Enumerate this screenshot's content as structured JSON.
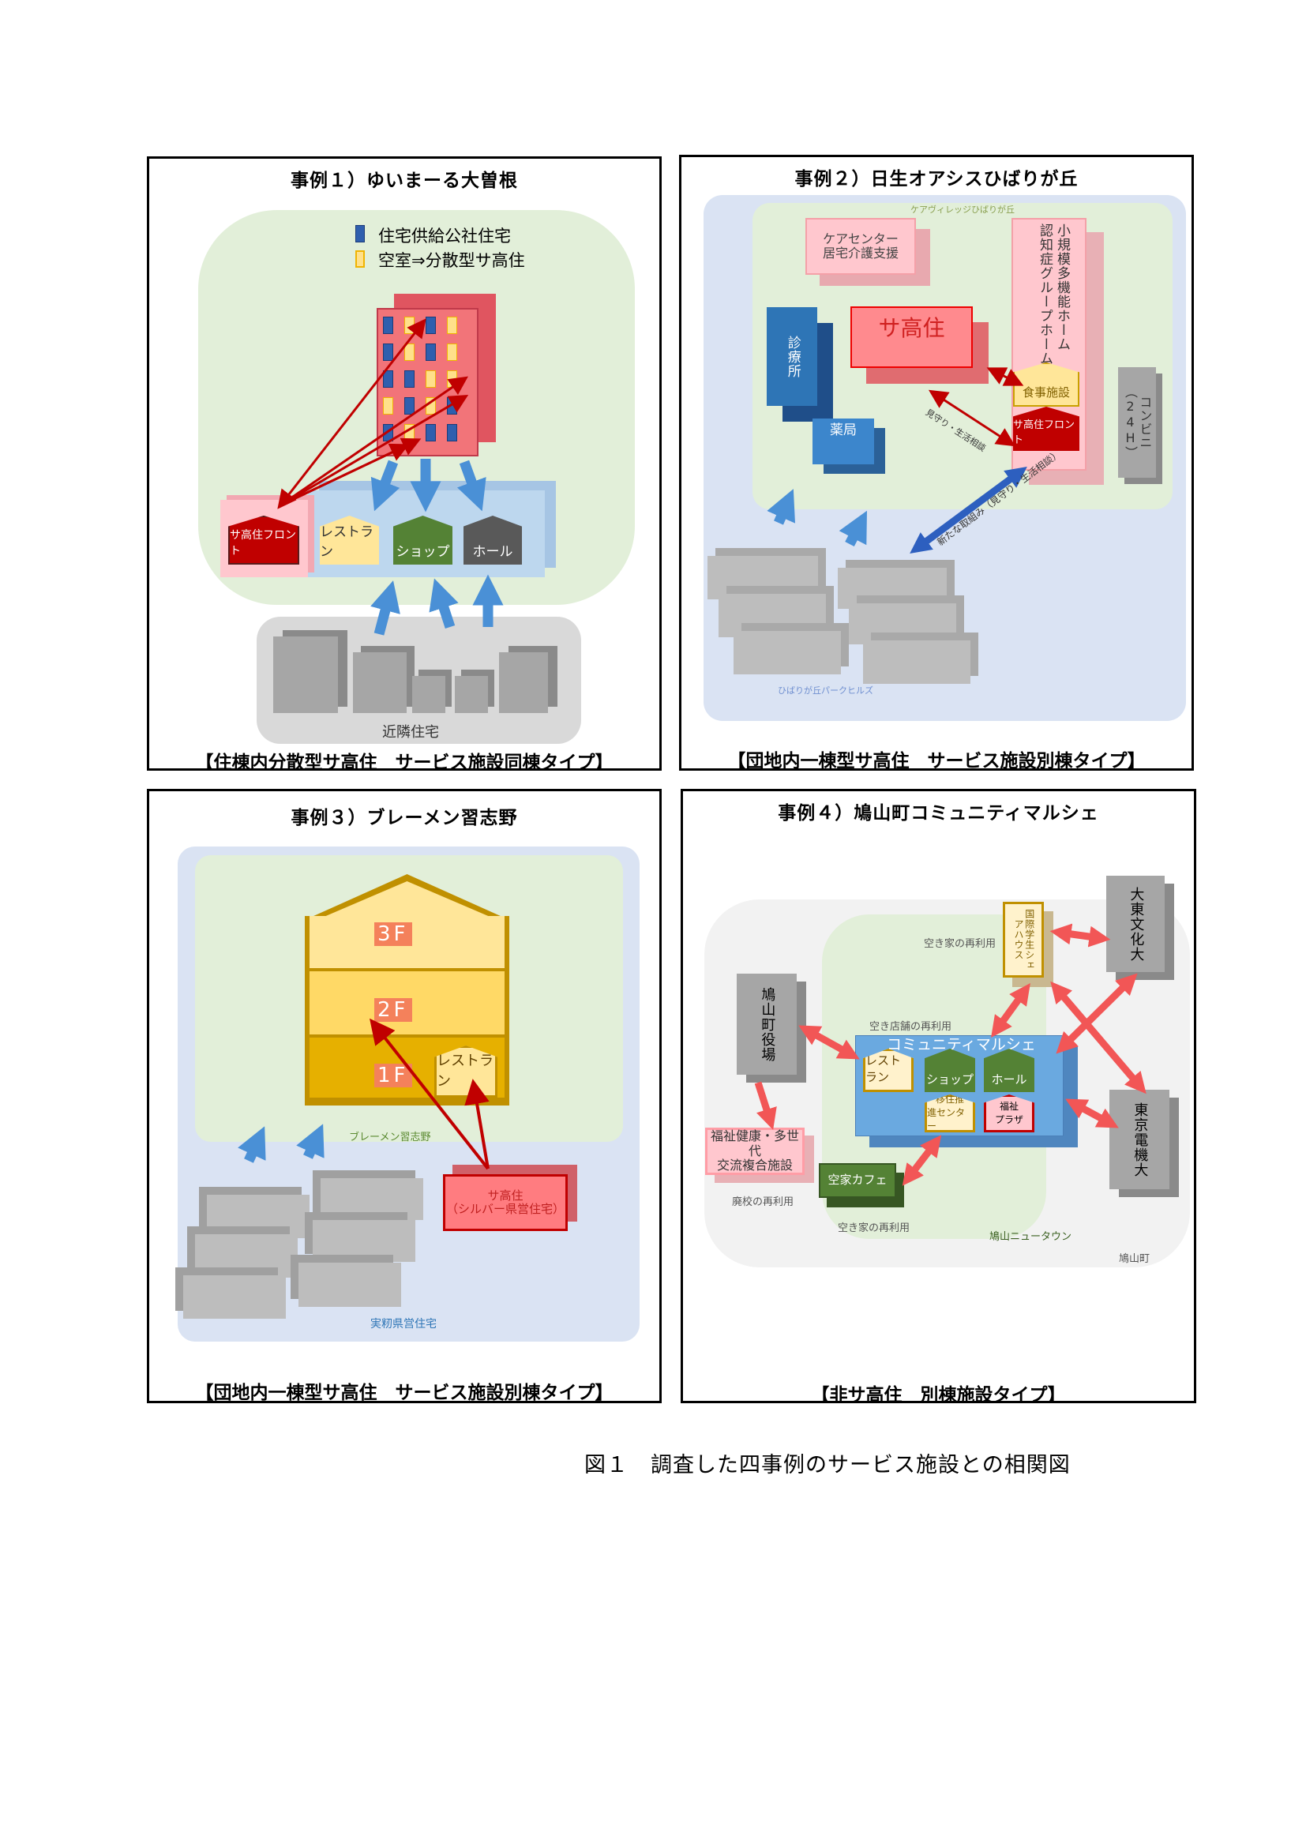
{
  "caption": "図１　調査した四事例のサービス施設との相関図",
  "case1": {
    "title": "事例１）ゆいまーる大曽根",
    "legend": [
      "住宅供給公社住宅",
      "空室⇒分散型サ高住"
    ],
    "front": "サ高住フロント",
    "restaurant": "レストラン",
    "shop": "ショップ",
    "hall": "ホール",
    "neighborhood": "近隣住宅",
    "footer": "【住棟内分散型サ高住　サービス施設同棟タイプ】"
  },
  "case2": {
    "title": "事例２）日生オアシスひばりが丘",
    "village": "ケアヴィレッジひばりが丘",
    "care_center": [
      "ケアセンター",
      "居宅介護支援"
    ],
    "clinic": "診療所",
    "pharmacy": "薬局",
    "sakoju": "サ高住",
    "small_multi": "小規模多機能ホーム",
    "group_home": "認知症グループホーム",
    "dining": "食事施設",
    "front": "サ高住フロント",
    "convenience": "コンビニ（24H）",
    "arrow_label1": "見守り・生活相談",
    "arrow_label2": "新たな取組み（見守り・生活相談）",
    "estate": "ひばりが丘パークヒルズ",
    "footer": "【団地内一棟型サ高住　サービス施設別棟タイプ】"
  },
  "case3": {
    "title": "事例３）ブレーメン習志野",
    "floors": [
      "3F",
      "2F",
      "1F"
    ],
    "restaurant": "レストラン",
    "site": "ブレーメン習志野",
    "sakoju": [
      "サ高住",
      "（シルバー県営住宅）"
    ],
    "estate": "実籾県営住宅",
    "footer": "【団地内一棟型サ高住　サービス施設別棟タイプ】"
  },
  "case4": {
    "title": "事例４）鳩山町コミュニティマルシェ",
    "share_house": "国際学生シェアハウス",
    "daito": "大東文化大",
    "town_office": "鳩山町役場",
    "marche": "コミュニティマルシェ",
    "restaurant": "レストラン",
    "shop": "ショップ",
    "hall": "ホール",
    "migration": [
      "移住推",
      "進センター"
    ],
    "welfare_plaza": [
      "福祉",
      "プラザ"
    ],
    "denki": "東京電機大",
    "welfare_complex": [
      "福祉健康・多世代",
      "交流複合施設"
    ],
    "cafe": "空家カフェ",
    "reuse_vacant1": "空き家の再利用",
    "reuse_store": "空き店舗の再利用",
    "reuse_school": "廃校の再利用",
    "reuse_vacant2": "空き家の再利用",
    "newtown": "鳩山ニュータウン",
    "town": "鳩山町",
    "footer": "【非サ高住　別棟施設タイプ】"
  }
}
